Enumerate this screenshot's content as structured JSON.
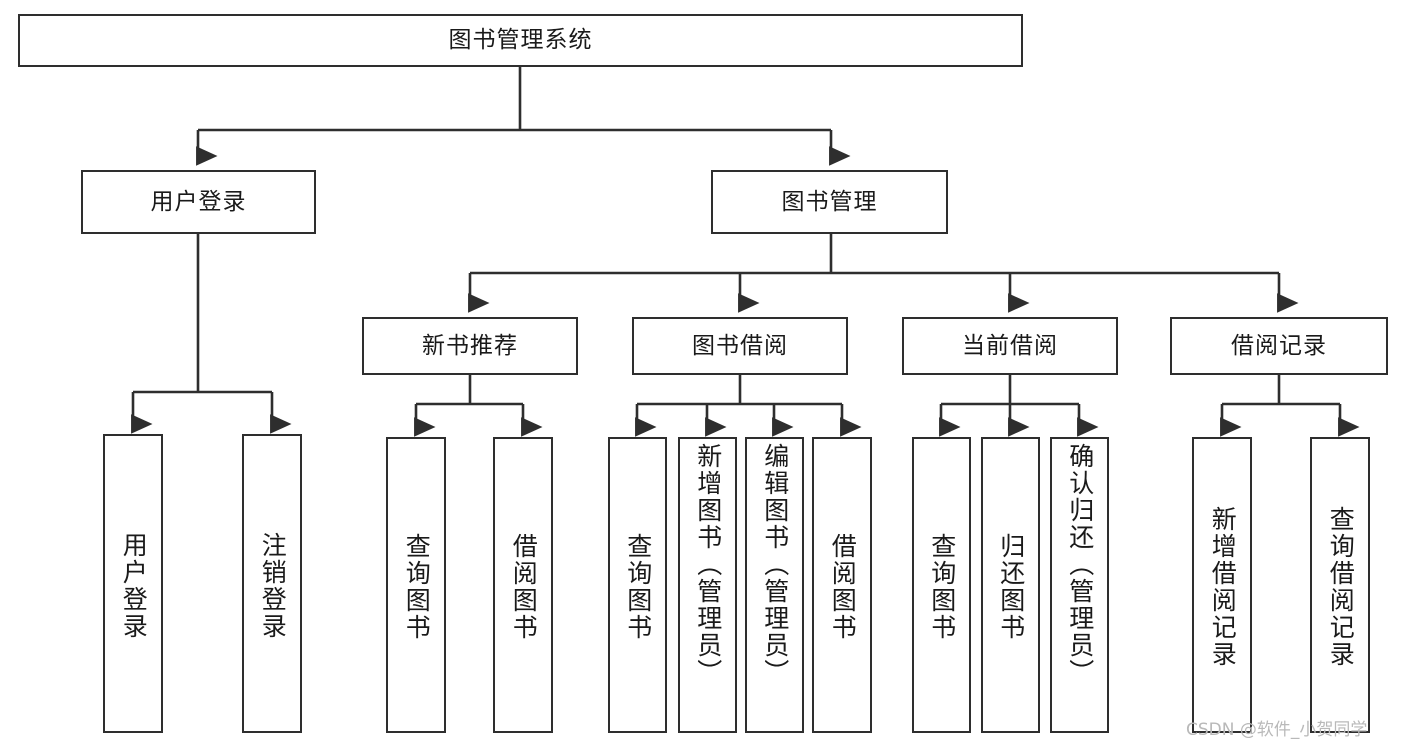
{
  "diagram": {
    "type": "tree",
    "title": "图书管理系统",
    "orientation": "top-down",
    "colors": {
      "box_border": "#2e2e2e",
      "box_fill": "#ffffff",
      "edge": "#2e2e2e",
      "text": "#1a1a1a",
      "watermark": "#b9b9b9",
      "background": "#ffffff"
    },
    "watermark": "CSDN @软件_小贺同学"
  },
  "nodes": {
    "root": {
      "label": "图书管理系统"
    },
    "level2": [
      {
        "label": "用户登录"
      },
      {
        "label": "图书管理"
      }
    ],
    "level3": [
      {
        "label": "新书推荐"
      },
      {
        "label": "图书借阅"
      },
      {
        "label": "当前借阅"
      },
      {
        "label": "借阅记录"
      }
    ],
    "leaves": {
      "user_login": [
        {
          "label": "用户登录"
        },
        {
          "label": "注销登录"
        }
      ],
      "new_book": [
        {
          "label": "查询图书"
        },
        {
          "label": "借阅图书"
        }
      ],
      "book_borrow": [
        {
          "label": "查询图书"
        },
        {
          "label": "新增图书（管理员）"
        },
        {
          "label": "编辑图书（管理员）"
        },
        {
          "label": "借阅图书"
        }
      ],
      "current_borrow": [
        {
          "label": "查询图书"
        },
        {
          "label": "归还图书"
        },
        {
          "label": "确认归还（管理员）"
        }
      ],
      "borrow_record": [
        {
          "label": "新增借阅记录"
        },
        {
          "label": "查询借阅记录"
        }
      ]
    }
  }
}
